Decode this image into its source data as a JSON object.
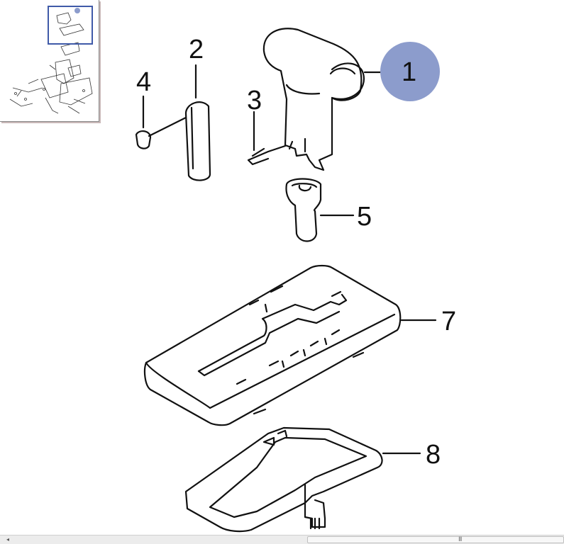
{
  "callouts": {
    "c1": "1",
    "c2": "2",
    "c3": "3",
    "c4": "4",
    "c5": "5",
    "c7": "7",
    "c8": "8"
  },
  "highlight": {
    "callout": "1",
    "color": "#8c9ccc"
  },
  "thumbnail": {
    "viewport_color": "#3f5aa8"
  },
  "scrollbar": {
    "left_arrow": "◂",
    "grip": "III"
  }
}
